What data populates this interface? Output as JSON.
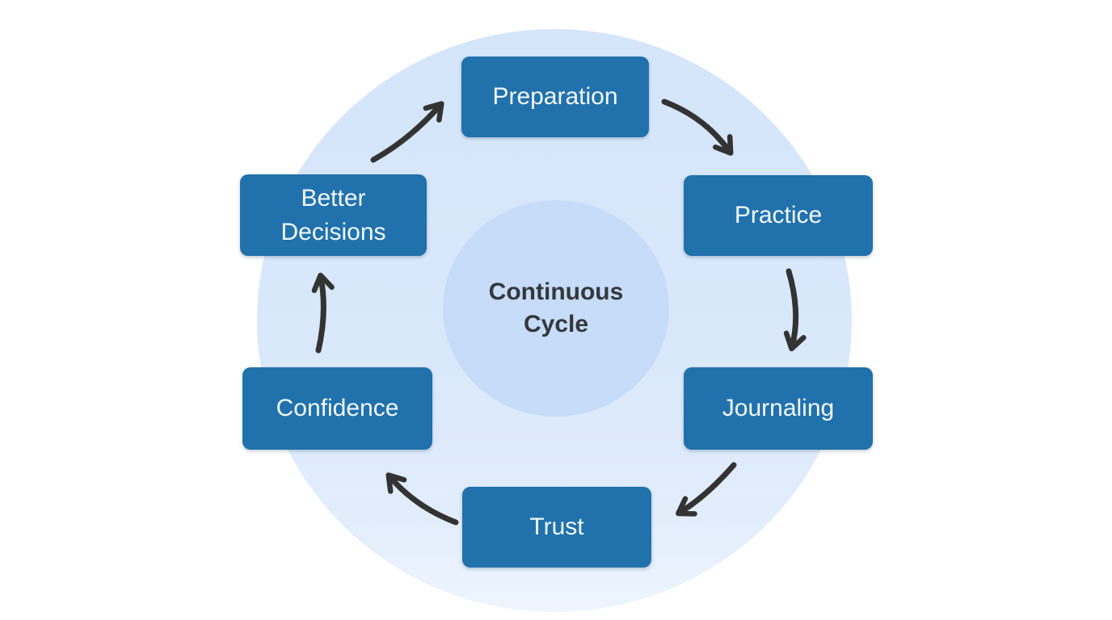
{
  "diagram": {
    "center_label": "Continuous Cycle",
    "nodes": [
      {
        "id": "preparation",
        "label": "Preparation"
      },
      {
        "id": "practice",
        "label": "Practice"
      },
      {
        "id": "journaling",
        "label": "Journaling"
      },
      {
        "id": "trust",
        "label": "Trust"
      },
      {
        "id": "confidence",
        "label": "Confidence"
      },
      {
        "id": "better-decisions",
        "label": "Better Decisions"
      }
    ],
    "edges": [
      {
        "from": "Preparation",
        "to": "Practice"
      },
      {
        "from": "Practice",
        "to": "Journaling"
      },
      {
        "from": "Journaling",
        "to": "Trust"
      },
      {
        "from": "Trust",
        "to": "Confidence"
      },
      {
        "from": "Confidence",
        "to": "Better Decisions"
      },
      {
        "from": "Better Decisions",
        "to": "Preparation"
      }
    ]
  },
  "colors": {
    "background": "#ffffff",
    "outer_circle": "#d9e8fb",
    "inner_circle": "#c6dcf8",
    "node_fill": "#2171ac",
    "node_text": "#f2f8fd",
    "center_text": "#34383d",
    "arrow": "#333333"
  }
}
